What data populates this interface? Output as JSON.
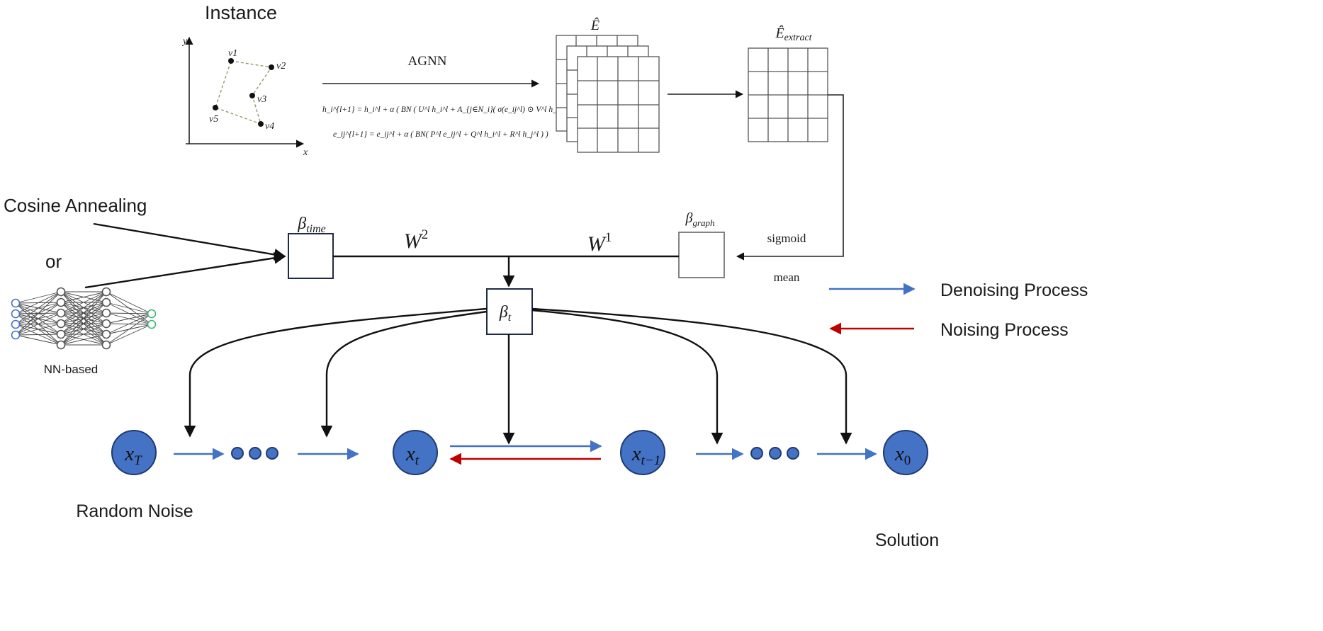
{
  "instance": {
    "title": "Instance",
    "axis_x": "x",
    "axis_y": "y",
    "vertices": [
      "v1",
      "v2",
      "v3",
      "v4",
      "v5"
    ]
  },
  "agnn": {
    "label": "AGNN",
    "eq1": "h_i^{l+1} = h_i^l + α ( BN ( U^l h_i^l + A_{j∈N_i}( σ(e_ij^l) ⊙ V^l h_j^l ) ) )",
    "eq2": "e_ij^{l+1} = e_ij^l + α ( BN( P^l e_ij^l + Q^l h_i^l + R^l h_j^l ) )"
  },
  "matrices": {
    "e_hat": "Ê",
    "e_extract_base": "Ê",
    "e_extract_sub": "extract"
  },
  "schedule": {
    "cosine": "Cosine Annealing",
    "or": "or",
    "nn_based": "NN-based",
    "beta_time_base": "β",
    "beta_time_sub": "time",
    "beta_graph_base": "β",
    "beta_graph_sub": "graph",
    "beta_t_base": "β",
    "beta_t_sub": "t",
    "w2": "W",
    "w2_sup": "2",
    "w1": "W",
    "w1_sup": "1",
    "sigmoid": "sigmoid",
    "mean": "mean"
  },
  "legend": {
    "denoising": "Denoising Process",
    "noising": "Noising Process",
    "denoising_color": "#4472c4",
    "noising_color": "#c00000"
  },
  "chain": {
    "xT_base": "x",
    "xT_sub": "T",
    "xt_base": "x",
    "xt_sub": "t",
    "xt1_base": "x",
    "xt1_sub": "t−1",
    "x0_base": "x",
    "x0_sub": "0",
    "random_noise": "Random Noise",
    "solution": "Solution"
  },
  "colors": {
    "node_fill": "#4472c4",
    "nn_input": "#4472c4",
    "nn_output": "#3cb371"
  }
}
